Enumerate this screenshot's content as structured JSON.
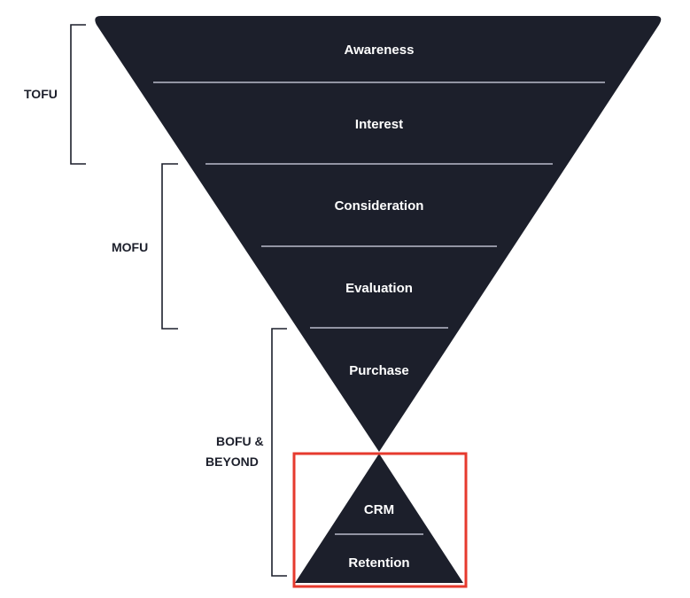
{
  "colors": {
    "funnel_fill": "#1c1f2b",
    "divider": "#b9bccb",
    "bracket": "#1c1f2b",
    "highlight": "#e63a2e",
    "stage_text": "#ffffff",
    "group_text": "#1c1f2b"
  },
  "funnel": {
    "stages": [
      "Awareness",
      "Interest",
      "Consideration",
      "Evaluation",
      "Purchase"
    ]
  },
  "post_funnel": {
    "stages": [
      "CRM",
      "Retention"
    ]
  },
  "groups": {
    "tofu": "TOFU",
    "mofu": "MOFU",
    "bofu_line1": "BOFU &",
    "bofu_line2": "BEYOND"
  }
}
